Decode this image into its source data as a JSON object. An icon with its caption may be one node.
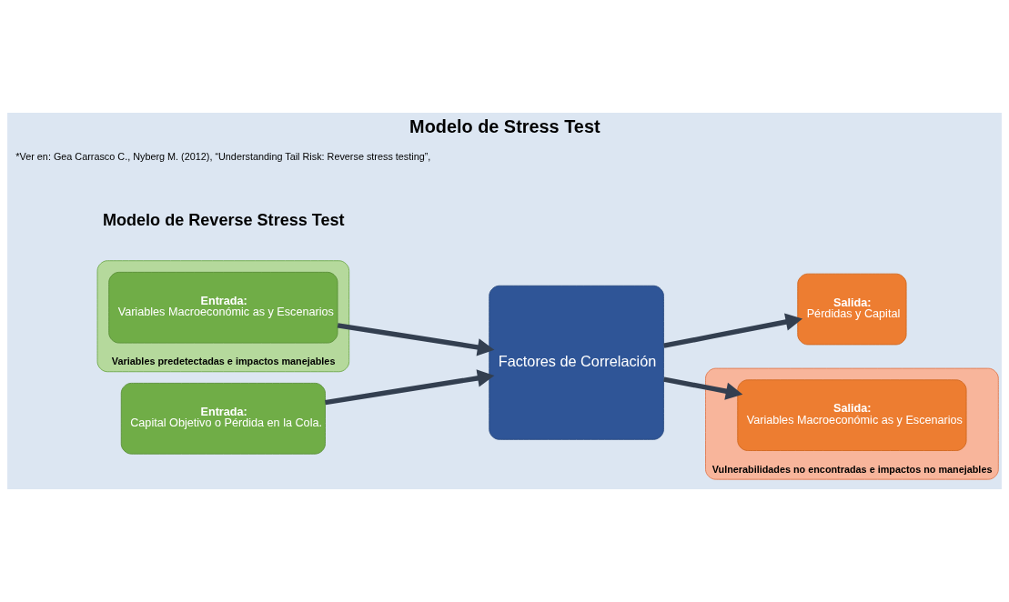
{
  "diagram": {
    "title": "Modelo de Stress Test",
    "caption": "*Ver en: Gea Carrasco C., Nyberg M. (2012), “Understanding Tail Risk: Reverse stress testing”,",
    "nodes": [
      {
        "text": [
          "Variables predetectadas e impactos manejables"
        ]
      },
      {
        "text": [
          "Entrada:",
          "Variables Macroeconómic as y Escenarios"
        ],
        "in": 0
      },
      {
        "text": [
          "Factores de Correlación"
        ]
      },
      {
        "text": [
          "Salida:",
          "Pérdidas y Capital"
        ]
      },
      {
        "text": [
          "Vulnerabilidades no encontradas e impactos no manejables"
        ]
      },
      {
        "text": [
          "Salida:",
          "Variables Macroeconómic as y Escenarios"
        ],
        "in": 4
      },
      {
        "text": [
          "Entrada:",
          "Capital Objetivo o Pérdida en la Cola."
        ]
      }
    ],
    "edges": [
      {
        "from": 1,
        "to": 2,
        "arrow": "to"
      },
      {
        "from": 2,
        "to": 3,
        "arrow": "to"
      },
      {
        "from": 6,
        "to": 2,
        "arrow": "to"
      },
      {
        "from": 2,
        "to": 5,
        "arrow": "to"
      }
    ],
    "labels": [
      "Modelo de Reverse Stress Test"
    ]
  }
}
